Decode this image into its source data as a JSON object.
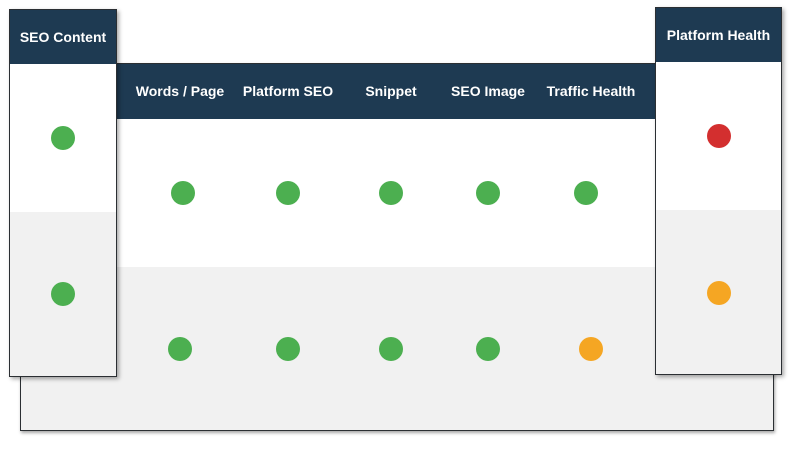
{
  "colors": {
    "header_bg": "#1e3a52",
    "header_text": "#ffffff",
    "row_alt": "#f1f1f1",
    "status_good": "#4caf50",
    "status_warn": "#f5a623",
    "status_bad": "#d32f2f"
  },
  "left_panel": {
    "header": "SEO Content",
    "rows": [
      {
        "status": "green"
      },
      {
        "status": "green"
      }
    ]
  },
  "main_panel": {
    "columns": [
      {
        "label": "Words / Page"
      },
      {
        "label": "Platform SEO"
      },
      {
        "label": "Snippet"
      },
      {
        "label": "SEO Image"
      },
      {
        "label": "Traffic Health"
      }
    ],
    "rows": [
      {
        "statuses": [
          "green",
          "green",
          "green",
          "green",
          "green"
        ]
      },
      {
        "statuses": [
          "green",
          "green",
          "green",
          "green",
          "orange"
        ]
      }
    ]
  },
  "right_panel": {
    "header": "Platform Health",
    "rows": [
      {
        "status": "red"
      },
      {
        "status": "orange"
      }
    ]
  }
}
